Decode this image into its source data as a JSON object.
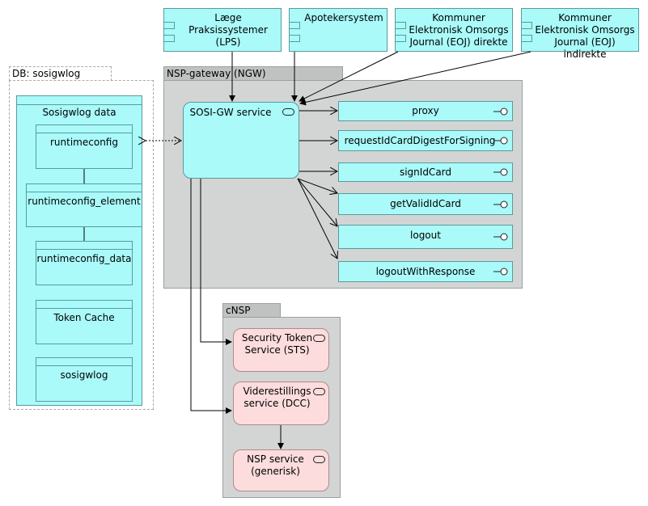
{
  "systems": {
    "lps": "Læge Praksissystemer (LPS)",
    "apotek": "Apotekersystem",
    "eoj_direkte_l1": "Kommuner",
    "eoj_direkte_l2": "Elektronisk Omsorgs",
    "eoj_direkte_l3": "Journal (EOJ) direkte",
    "eoj_indirekte_l1": "Kommuner",
    "eoj_indirekte_l2": "Elektronisk Omsorgs",
    "eoj_indirekte_l3": "Journal (EOJ) indirekte"
  },
  "ngw": {
    "title": "NSP-gateway (NGW)",
    "service": "SOSI-GW service",
    "endpoints": [
      "proxy",
      "requestIdCardDigestForSigning",
      "signIdCard",
      "getValidIdCard",
      "logout",
      "logoutWithResponse"
    ]
  },
  "db": {
    "title": "DB: sosigwlog (lokal)",
    "container": "Sosigwlog data",
    "tables": [
      "runtimeconfig",
      "runtimeconfig_element",
      "runtimeconfig_data",
      "Token Cache",
      "sosigwlog"
    ]
  },
  "cnsp": {
    "title": "cNSP",
    "sts_l1": "Security Token",
    "sts_l2": "Service (STS)",
    "dcc_l1": "Viderestillings",
    "dcc_l2": "service (DCC)",
    "nsp_l1": "NSP service",
    "nsp_l2": "(generisk)"
  },
  "colors": {
    "component": "#aafafa",
    "group": "#d3d5d5",
    "cnsp_service": "#fcdcdc"
  }
}
